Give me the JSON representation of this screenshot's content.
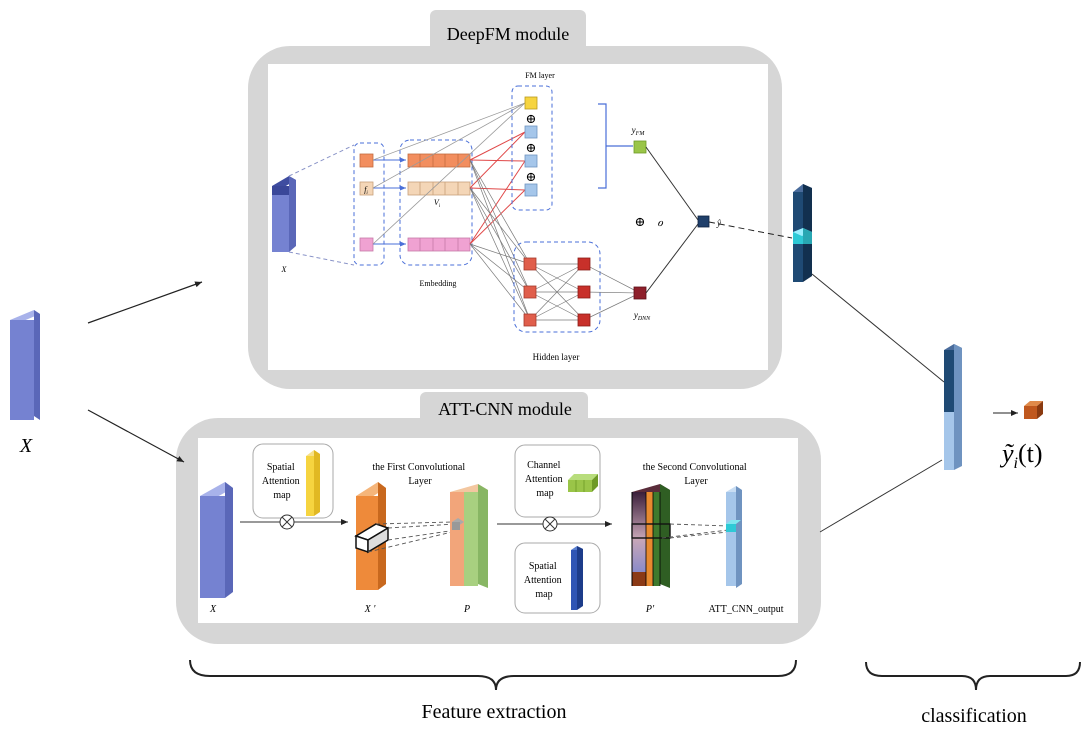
{
  "modules": {
    "deepfm_title": "DeepFM module",
    "attcnn_title": "ATT-CNN module"
  },
  "deepfm": {
    "fm_layer": "FM layer",
    "embedding": "Embedding",
    "hidden_layer": "Hidden layer",
    "input_label": "X",
    "field_label": "f",
    "field_sub": "i",
    "vector_label": "V",
    "vector_sub": "i",
    "y_fm": "y",
    "y_fm_sub": "FM",
    "y_dnn": "y",
    "y_dnn_sub": "DNN",
    "y_hat": "ŷ",
    "plus_symbol": "⊕",
    "sigma_symbol": "ℴ"
  },
  "attcnn": {
    "input_label": "X",
    "spatial_attention_1": [
      "Spatial",
      "Attention",
      "map"
    ],
    "first_conv": [
      "the First Convolutional",
      "Layer"
    ],
    "x_prime": "X '",
    "p_label": "P",
    "channel_attention": [
      "Channel",
      "Attention",
      "map"
    ],
    "spatial_attention_2": [
      "Spatial",
      "Attention",
      "map"
    ],
    "second_conv": [
      "the Second Convolutional",
      "Layer"
    ],
    "p_prime": "P'",
    "output_label": "ATT_CNN_output",
    "otimes": "⊗"
  },
  "main_input": "X",
  "output": {
    "y": "ỹ",
    "sub": "i",
    "arg": "(t)"
  },
  "braces": {
    "feature_extraction": "Feature extraction",
    "classification": "classification"
  }
}
